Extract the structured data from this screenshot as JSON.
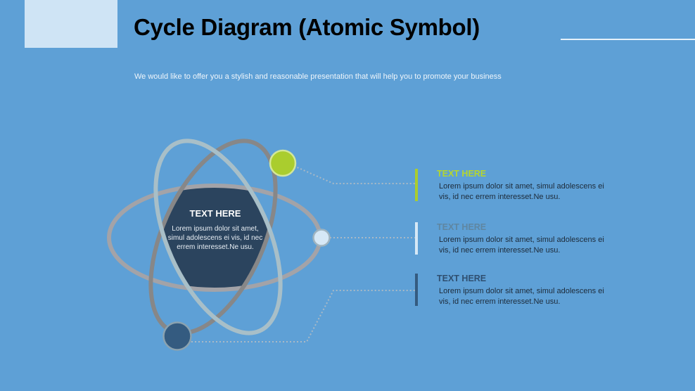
{
  "slide": {
    "title": "Cycle Diagram (Atomic Symbol)",
    "subtitle": "We would like to offer you a stylish and reasonable presentation that will help you to promote your business"
  },
  "colors": {
    "background": "#5ea0d6",
    "corner_block": "#cfe4f5",
    "nucleus": "#2b445e",
    "orbit_horizontal": "#a3a3a8",
    "orbit_dark": "#878788",
    "orbit_light": "#a8bfc8",
    "accent_green": "#aacd2e",
    "accent_light": "#d6e8f6",
    "accent_navy": "#345b80"
  },
  "center": {
    "heading": "TEXT HERE",
    "body": "Lorem ipsum dolor sit amet, simul adolescens ei vis, id nec errem interesset.Ne usu."
  },
  "items": [
    {
      "heading": "TEXT HERE",
      "body": "Lorem ipsum dolor sit amet, simul adolescens ei vis, id nec errem interesset.Ne usu.",
      "color": "#aacd2e",
      "heading_color": "#b5d62f"
    },
    {
      "heading": "TEXT HERE",
      "body": "Lorem ipsum dolor sit amet, simul adolescens ei vis, id nec errem interesset.Ne usu.",
      "color": "#d6e8f6",
      "heading_color": "#5f86a1"
    },
    {
      "heading": "TEXT HERE",
      "body": "Lorem ipsum dolor sit amet, simul adolescens ei vis, id nec errem interesset.Ne usu.",
      "color": "#345b80",
      "heading_color": "#2f4f70"
    }
  ]
}
